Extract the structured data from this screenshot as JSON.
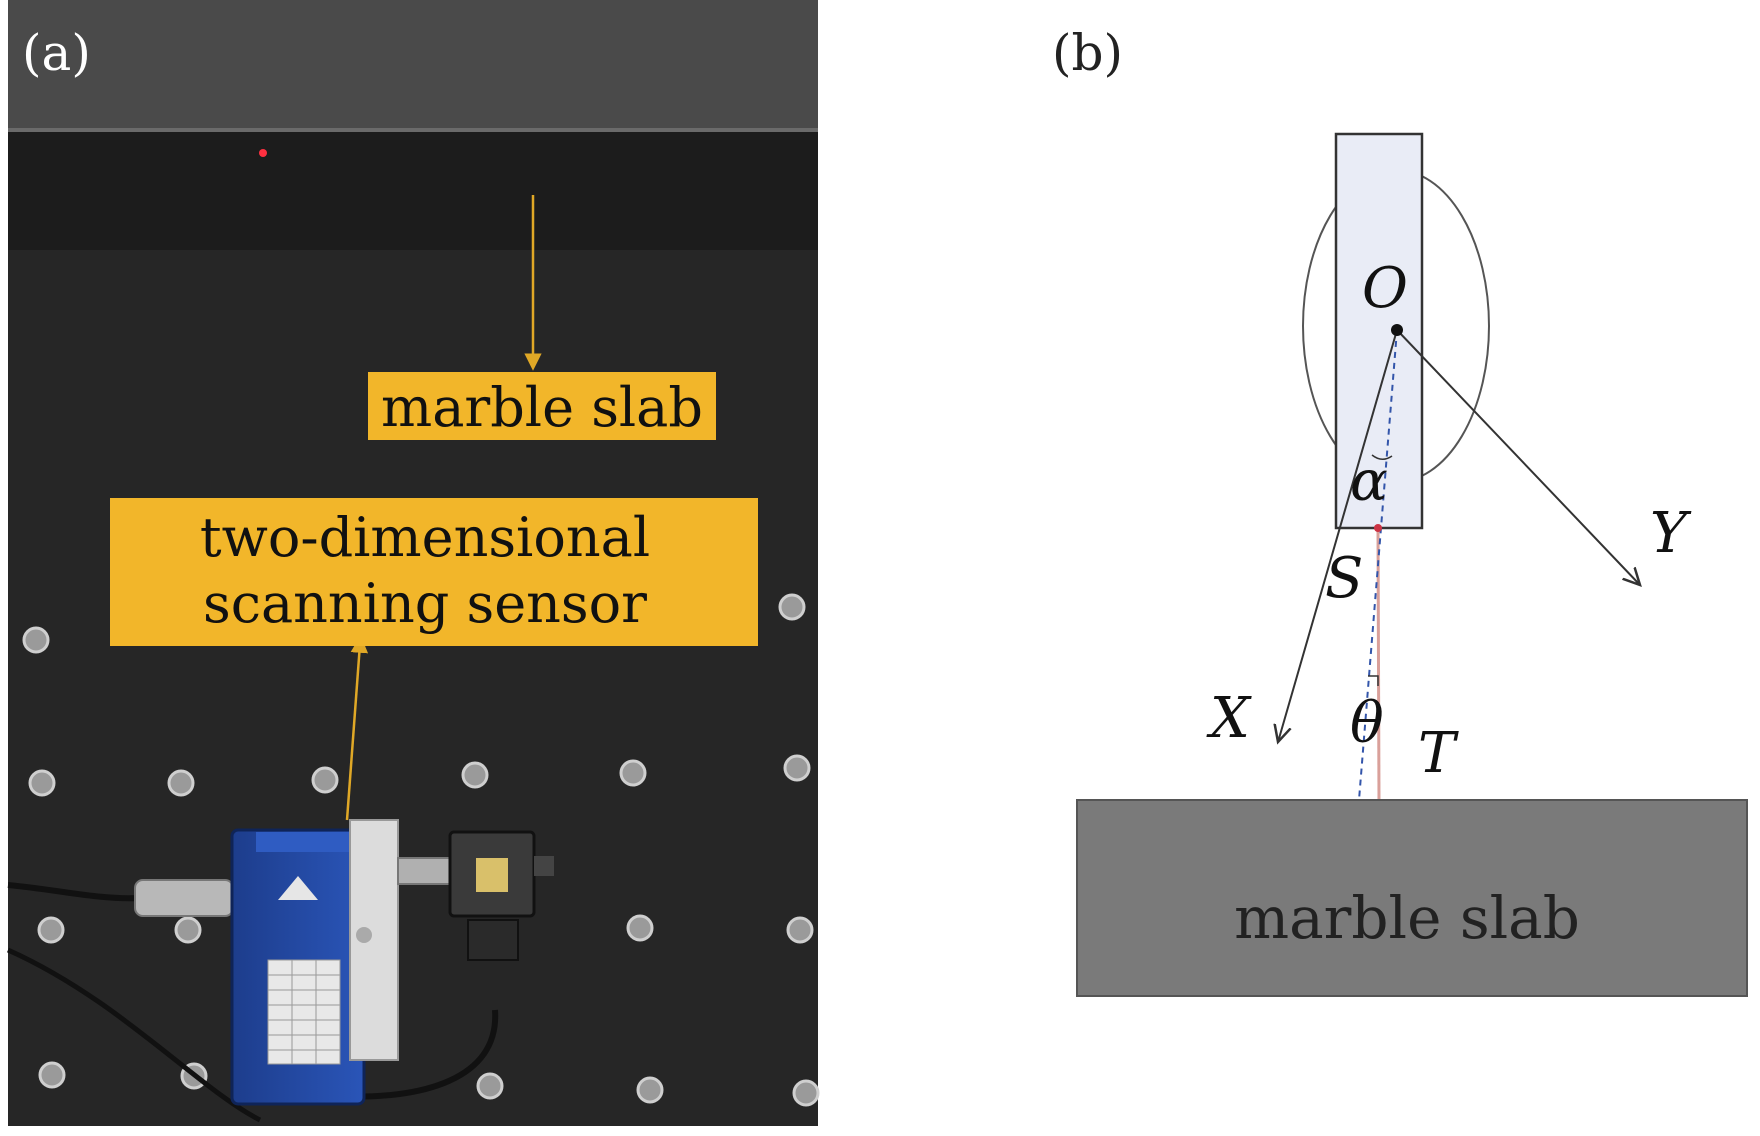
{
  "panel_a": {
    "label": "(a)",
    "callout_marble": "marble slab",
    "callout_sensor_line1": "two-dimensional",
    "callout_sensor_line2": "scanning sensor",
    "callout_color": "#f2b62a",
    "arrow_color": "#e0a826",
    "photo_background": "#262626"
  },
  "panel_b": {
    "label": "(b)",
    "origin": "O",
    "angle_alpha": "α",
    "point_s": "S",
    "axis_x": "X",
    "axis_y": "Y",
    "angle_theta": "θ",
    "point_t": "T",
    "slab_label": "marble slab",
    "slab_color": "#7a7a7a",
    "beam_color": "#d9a09a"
  }
}
